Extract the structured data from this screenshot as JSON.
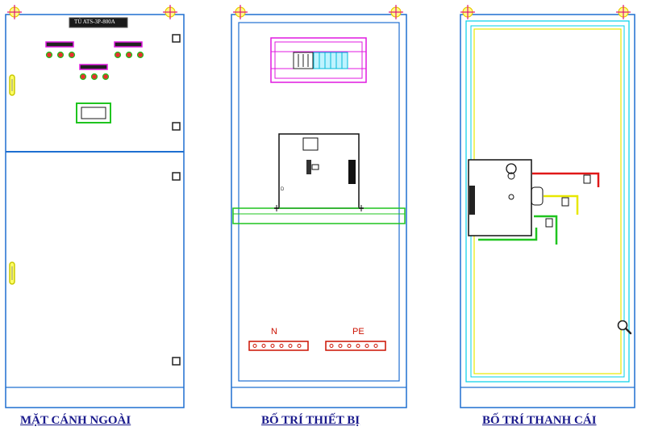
{
  "panel_title": "TỦ ATS-3P-800A",
  "views": {
    "front": {
      "label": "MẶT CÁNH NGOÀI"
    },
    "equipment": {
      "label": "BỐ TRÍ THIẾT BỊ",
      "neutral_bar_label": "N",
      "earth_bar_label": "PE"
    },
    "busbar": {
      "label": "BỐ TRÍ THANH CÁI"
    }
  },
  "icons": {
    "lifting_point": "crosshair-lifting-icon",
    "zoom": "magnifier-icon"
  },
  "colors": {
    "cabinet_outline": "#1e6fd1",
    "label_text": "#1a1a8c",
    "handle": "#e8e800",
    "busbar_phase": "#e01818",
    "busbar_yellow": "#e8e800",
    "busbar_green": "#1fc41f",
    "meter_frame": "#e019e0",
    "terminal_bar": "#cc1100"
  }
}
